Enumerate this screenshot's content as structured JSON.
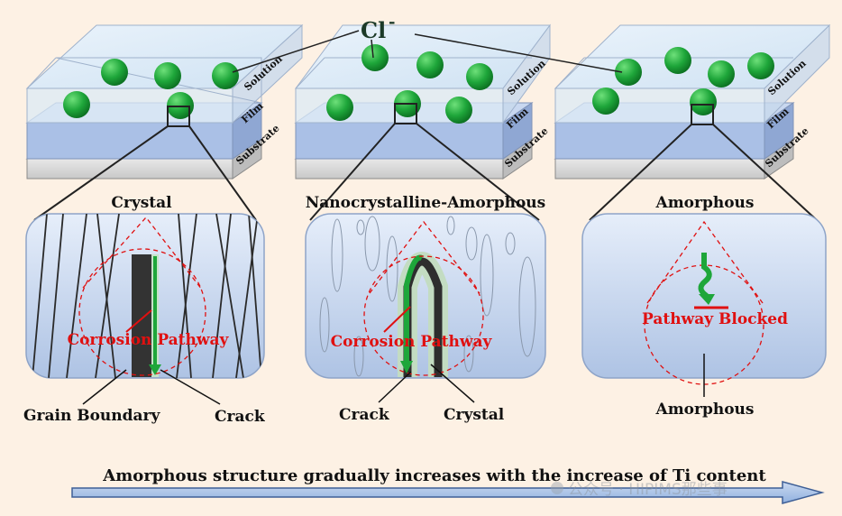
{
  "ion_label": "Cl",
  "ion_charge": "-",
  "layers": {
    "solution": "Solution",
    "film": "Film",
    "substrate": "Substrate"
  },
  "panels": [
    {
      "title": "Crystal",
      "pathway": "Corrosion Pathway",
      "callouts": [
        "Grain Boundary",
        "Crack"
      ]
    },
    {
      "title": "Nanocrystalline-Amorphous",
      "pathway": "Corrosion Pathway",
      "callouts": [
        "Crack",
        "Crystal"
      ]
    },
    {
      "title": "Amorphous",
      "pathway": "Pathway Blocked",
      "callouts": [
        "Amorphous"
      ]
    }
  ],
  "trend_text": "Amorphous structure gradually increases with the increase of Ti content",
  "watermark": "公众号 · HIPIMS那些事",
  "colors": {
    "background": "#fdf1e4",
    "ion": "#1ea63a",
    "label_red": "#e01010",
    "arrow_fill": "#aac4e8",
    "arrow_stroke": "#3e5f96"
  }
}
